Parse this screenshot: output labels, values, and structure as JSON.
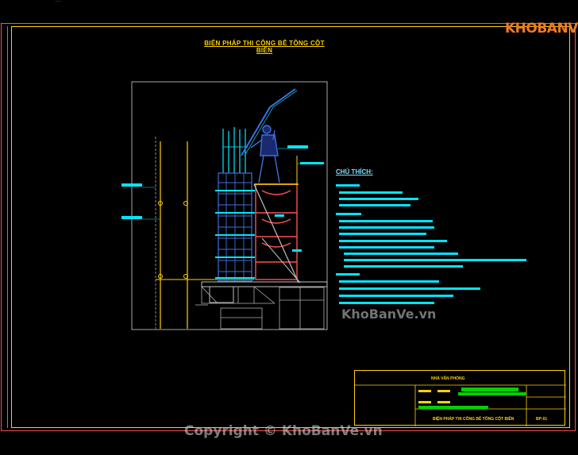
{
  "drawing": {
    "title": "BIỆN PHÁP THI CÔNG BÊ TÔNG CỘT BIÊN",
    "notes_heading": "CHÚ THÍCH:"
  },
  "title_block": {
    "project": "NHÀ VĂN PHÒNG",
    "sheet_title": "BIỆN PHÁP THI CÔNG BÊ TÔNG CỘT BIÊN",
    "sheet_no": "BP-01"
  },
  "logo": {
    "text": "KHOBANVE"
  },
  "watermarks": {
    "middle": "KhoBanVe.vn",
    "bottom": "Copyright © KhoBanVe.vn"
  },
  "colors": {
    "background": "#000000",
    "frame_outer": "#ff4d5a",
    "frame_inner": "#ffd200",
    "notes_text": "#00e5ff",
    "column": "#3f6fe0",
    "scaffold": "#ff5050",
    "logo": "#f07a24"
  }
}
